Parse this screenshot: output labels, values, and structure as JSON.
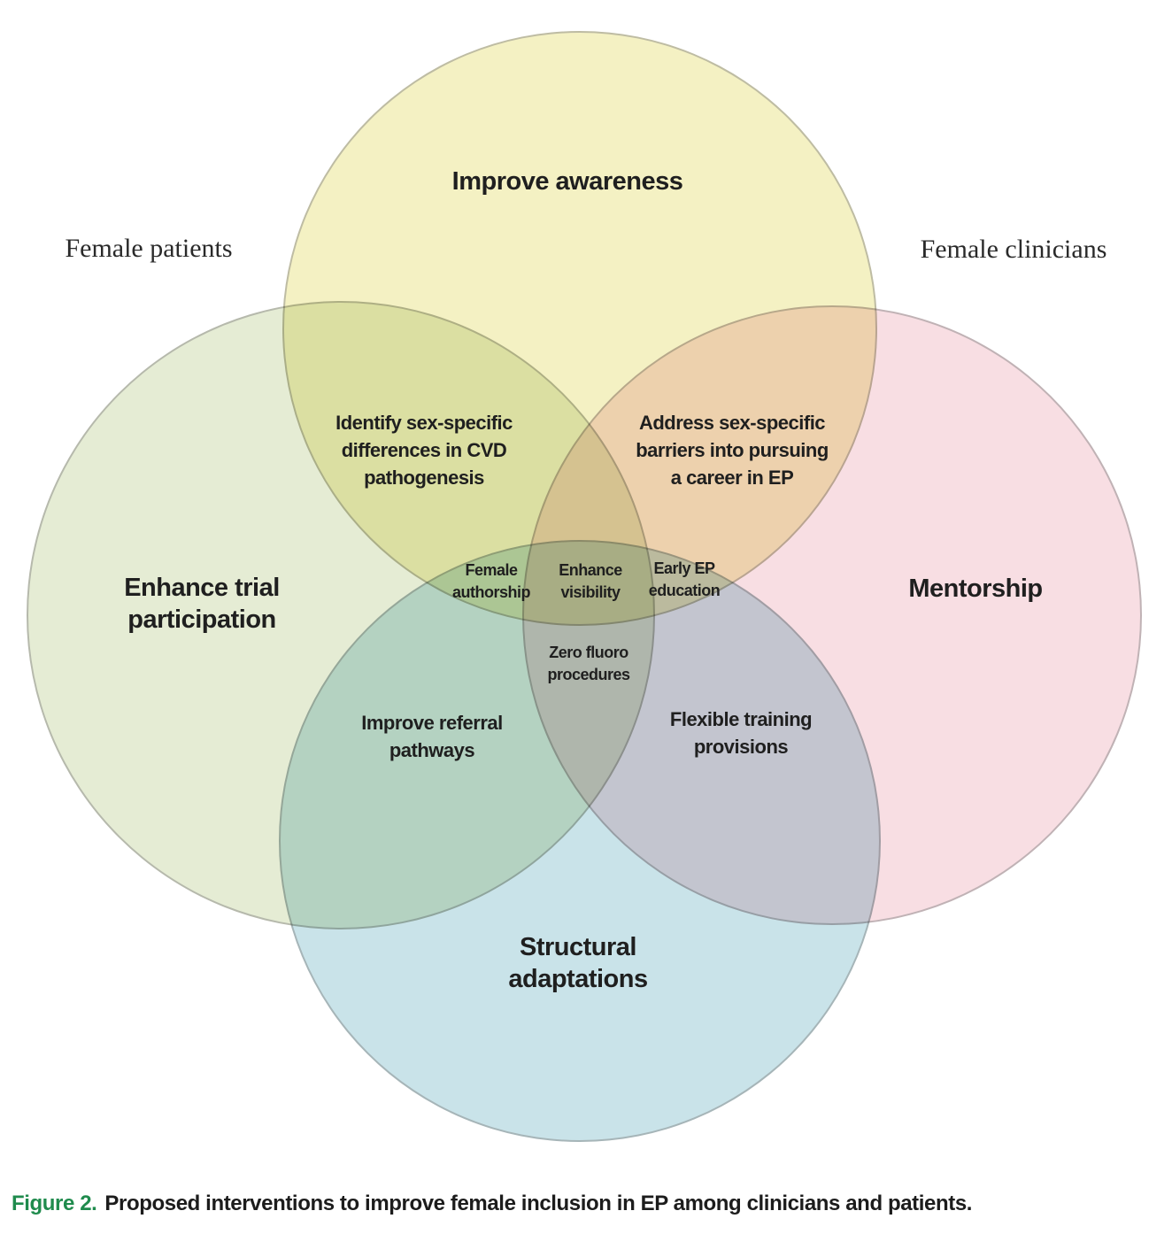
{
  "caption": {
    "label": "Figure 2.",
    "text": "Proposed interventions to improve female inclusion in EP among clinicians and patients."
  },
  "colors": {
    "caption_label": "#1f8b4d",
    "text": "#1f1f1f",
    "yellow_circle": "#f4f1c3",
    "green_circle": "#e5ecd4",
    "pink_circle": "#f8dee3",
    "blue_circle": "#c9e3e9"
  },
  "venn": {
    "side_labels": {
      "left": "Female patients",
      "right": "Female clinicians"
    },
    "circles": {
      "top": "Improve awareness",
      "left": "Enhance trial\nparticipation",
      "right": "Mentorship",
      "bottom": "Structural\nadaptations"
    },
    "overlaps": {
      "top_left": "Identify sex-specific\ndifferences in CVD\npathogenesis",
      "top_right": "Address sex-specific\nbarriers into pursuing\na career in EP",
      "bottom_left": "Improve referral\npathways",
      "bottom_right": "Flexible training\nprovisions",
      "center_left": "Female\nauthorship",
      "center": "Enhance\nvisibility",
      "center_right": "Early EP\neducation",
      "center_bottom": "Zero fluoro\nprocedures"
    }
  }
}
